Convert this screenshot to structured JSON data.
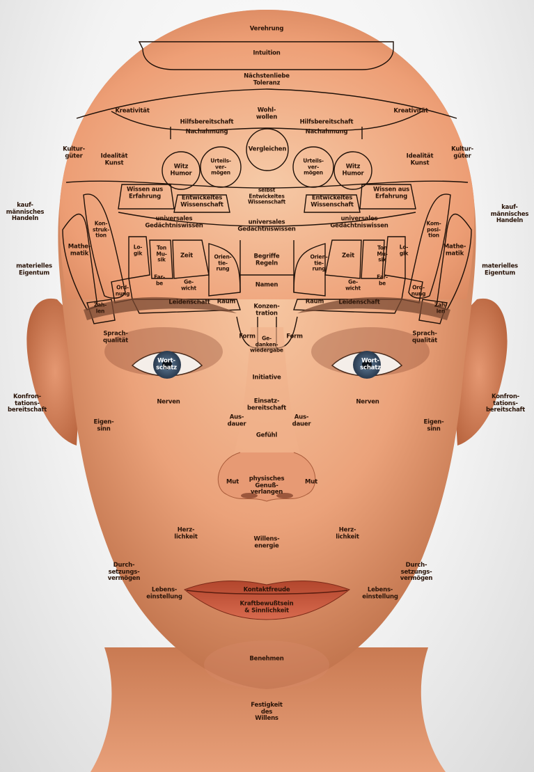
{
  "diagram": {
    "labels": [
      {
        "id": "verehrung",
        "text": "Verehrung"
      },
      {
        "id": "intuition",
        "text": "Intuition"
      },
      {
        "id": "naechstenliebe",
        "text": "Nächstenliebe\nToleranz"
      },
      {
        "id": "kreativitaet-left",
        "text": "Kreativität"
      },
      {
        "id": "kreativitaet-right",
        "text": "Kreativität"
      },
      {
        "id": "wohlwollen",
        "text": "Wohl-\nwollen"
      },
      {
        "id": "hilfsbereitschaft-left",
        "text": "Hilfsbereitschaft"
      },
      {
        "id": "hilfsbereitschaft-right",
        "text": "Hilfsbereitschaft"
      },
      {
        "id": "nachahmung-left",
        "text": "Nachahmung"
      },
      {
        "id": "nachahmung-right",
        "text": "Nachahmung"
      },
      {
        "id": "kulturgueter-left",
        "text": "Kultur-\ngüter"
      },
      {
        "id": "kulturgueter-right",
        "text": "Kultur-\ngüter"
      },
      {
        "id": "idealitaet-left",
        "text": "Idealität\nKunst"
      },
      {
        "id": "idealitaet-right",
        "text": "Idealität\nKunst"
      },
      {
        "id": "vergleichen",
        "text": "Vergleichen"
      },
      {
        "id": "witz-left",
        "text": "Witz\nHumor"
      },
      {
        "id": "witz-right",
        "text": "Witz\nHumor"
      },
      {
        "id": "urteils-left",
        "text": "Urteils-\nver-\nmögen"
      },
      {
        "id": "urteils-right",
        "text": "Urteils-\nver-\nmögen"
      },
      {
        "id": "wissen-erfahrung-left",
        "text": "Wissen aus\nErfahrung"
      },
      {
        "id": "wissen-erfahrung-right",
        "text": "Wissen aus\nErfahrung"
      },
      {
        "id": "entwickeltes-left",
        "text": "Entwickeltes\nWissenschaft"
      },
      {
        "id": "entwickeltes-right",
        "text": "Entwickeltes\nWissenschaft"
      },
      {
        "id": "selbst-entwickeltes",
        "text": "selbst\nEntwickeltes\nWissenschaft"
      },
      {
        "id": "kaufmaennisches-left",
        "text": "kauf-\nmännisches\nHandeln"
      },
      {
        "id": "kaufmaennisches-right",
        "text": "kauf-\nmännisches\nHandeln"
      },
      {
        "id": "konstruktion",
        "text": "Kon-\nstruk-\ntion"
      },
      {
        "id": "komposition",
        "text": "Kom-\nposi-\ntion"
      },
      {
        "id": "gedaechtnis-left",
        "text": "universales\nGedächtniswissen"
      },
      {
        "id": "gedaechtnis-right",
        "text": "universales\nGedächtniswissen"
      },
      {
        "id": "gedaechtnis-center",
        "text": "universales\nGedächtniswissen"
      },
      {
        "id": "mathematik-left",
        "text": "Mathe-\nmatik"
      },
      {
        "id": "mathematik-right",
        "text": "Mathe-\nmatik"
      },
      {
        "id": "logik-left",
        "text": "Lo-\ngik"
      },
      {
        "id": "logik-right",
        "text": "Lo-\ngik"
      },
      {
        "id": "ton-left",
        "text": "Ton\nMu-\nsik"
      },
      {
        "id": "ton-right",
        "text": "Ton\nMu-\nsik"
      },
      {
        "id": "zeit-left",
        "text": "Zeit"
      },
      {
        "id": "zeit-right",
        "text": "Zeit"
      },
      {
        "id": "orientierung-left",
        "text": "Orien-\ntie-\nrung"
      },
      {
        "id": "orientierung-right",
        "text": "Orien-\ntie-\nrung"
      },
      {
        "id": "begriffe",
        "text": "Begriffe\nRegeln"
      },
      {
        "id": "eigentum-left",
        "text": "materielles\nEigentum"
      },
      {
        "id": "eigentum-right",
        "text": "materielles\nEigentum"
      },
      {
        "id": "farbe-left",
        "text": "Far-\nbe"
      },
      {
        "id": "farbe-right",
        "text": "Far-\nbe"
      },
      {
        "id": "gewicht-left",
        "text": "Ge-\nwicht"
      },
      {
        "id": "gewicht-right",
        "text": "Ge-\nwicht"
      },
      {
        "id": "namen",
        "text": "Namen"
      },
      {
        "id": "ordnung-left",
        "text": "Ord-\nnung"
      },
      {
        "id": "ordnung-right",
        "text": "Ord-\nnung"
      },
      {
        "id": "zahlen-left",
        "text": "Zah-\nlen"
      },
      {
        "id": "zahlen-right",
        "text": "Zah-\nlen"
      },
      {
        "id": "leidenschaft-left",
        "text": "Leidenschaft"
      },
      {
        "id": "leidenschaft-right",
        "text": "Leidenschaft"
      },
      {
        "id": "raum-left",
        "text": "Raum"
      },
      {
        "id": "raum-right",
        "text": "Raum"
      },
      {
        "id": "konzentration",
        "text": "Konzen-\ntration"
      },
      {
        "id": "sprachqualitaet-left",
        "text": "Sprach-\nqualität"
      },
      {
        "id": "sprachqualitaet-right",
        "text": "Sprach-\nqualität"
      },
      {
        "id": "form-left",
        "text": "Form"
      },
      {
        "id": "form-right",
        "text": "Form"
      },
      {
        "id": "gedankenwiedergabe",
        "text": "Ge-\ndanken-\nwiedergabe"
      },
      {
        "id": "wortschatz-left",
        "text": "Wort-\nschatz"
      },
      {
        "id": "wortschatz-right",
        "text": "Wort-\nschatz"
      },
      {
        "id": "initiative",
        "text": "Initiative"
      },
      {
        "id": "konfrontation-left",
        "text": "Konfron-\ntations-\nbereitschaft"
      },
      {
        "id": "konfrontation-right",
        "text": "Konfron-\ntations-\nbereitschaft"
      },
      {
        "id": "nerven-left",
        "text": "Nerven"
      },
      {
        "id": "nerven-right",
        "text": "Nerven"
      },
      {
        "id": "einsatzbereitschaft",
        "text": "Einsatz-\nbereitschaft"
      },
      {
        "id": "ausdauer-left",
        "text": "Aus-\ndauer"
      },
      {
        "id": "ausdauer-right",
        "text": "Aus-\ndauer"
      },
      {
        "id": "eigensinn-left",
        "text": "Eigen-\nsinn"
      },
      {
        "id": "eigensinn-right",
        "text": "Eigen-\nsinn"
      },
      {
        "id": "gefuehl",
        "text": "Gefühl"
      },
      {
        "id": "mut-left",
        "text": "Mut"
      },
      {
        "id": "mut-right",
        "text": "Mut"
      },
      {
        "id": "genussverlangen",
        "text": "physisches\nGenuß-\nverlangen"
      },
      {
        "id": "herzlichkeit-left",
        "text": "Herz-\nlichkeit"
      },
      {
        "id": "herzlichkeit-right",
        "text": "Herz-\nlichkeit"
      },
      {
        "id": "willensenergie",
        "text": "Willens-\nenergie"
      },
      {
        "id": "durchsetzung-left",
        "text": "Durch-\nsetzungs-\nvermögen"
      },
      {
        "id": "durchsetzung-right",
        "text": "Durch-\nsetzungs-\nvermögen"
      },
      {
        "id": "lebenseinstellung-left",
        "text": "Lebens-\neinstellung"
      },
      {
        "id": "lebenseinstellung-right",
        "text": "Lebens-\neinstellung"
      },
      {
        "id": "kontaktfreude",
        "text": "Kontaktfreude"
      },
      {
        "id": "kraftbewusstsein",
        "text": "Kraftbewußtsein\n& Sinnlichkeit"
      },
      {
        "id": "benehmen",
        "text": "Benehmen"
      },
      {
        "id": "festigkeit",
        "text": "Festigkeit\ndes\nWillens"
      }
    ]
  }
}
